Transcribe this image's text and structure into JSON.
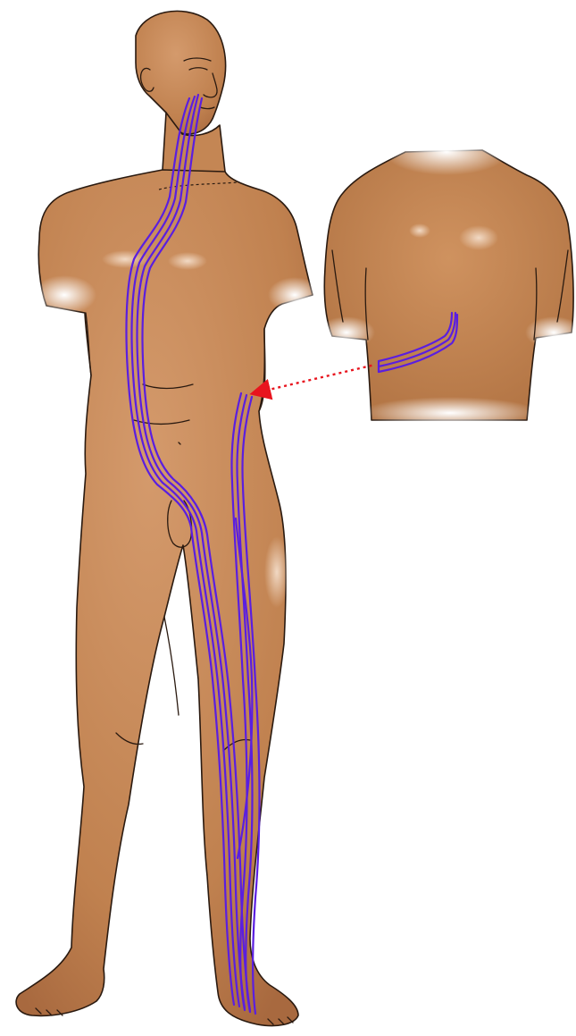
{
  "colors": {
    "background": "#ffffff",
    "skin": "#c88a5c",
    "skin_light": "#dcae88",
    "skin_shadow": "#a8693f",
    "outline": "#2a1a10",
    "channel": "#5a1ee0",
    "arrow": "#e8141e"
  },
  "figures": [
    {
      "name": "front-view-figure",
      "pathway": "full-body-channel"
    },
    {
      "name": "back-view-torso",
      "pathway": "lower-back-branch"
    }
  ],
  "connector": {
    "style": "dotted",
    "head": "arrow"
  }
}
